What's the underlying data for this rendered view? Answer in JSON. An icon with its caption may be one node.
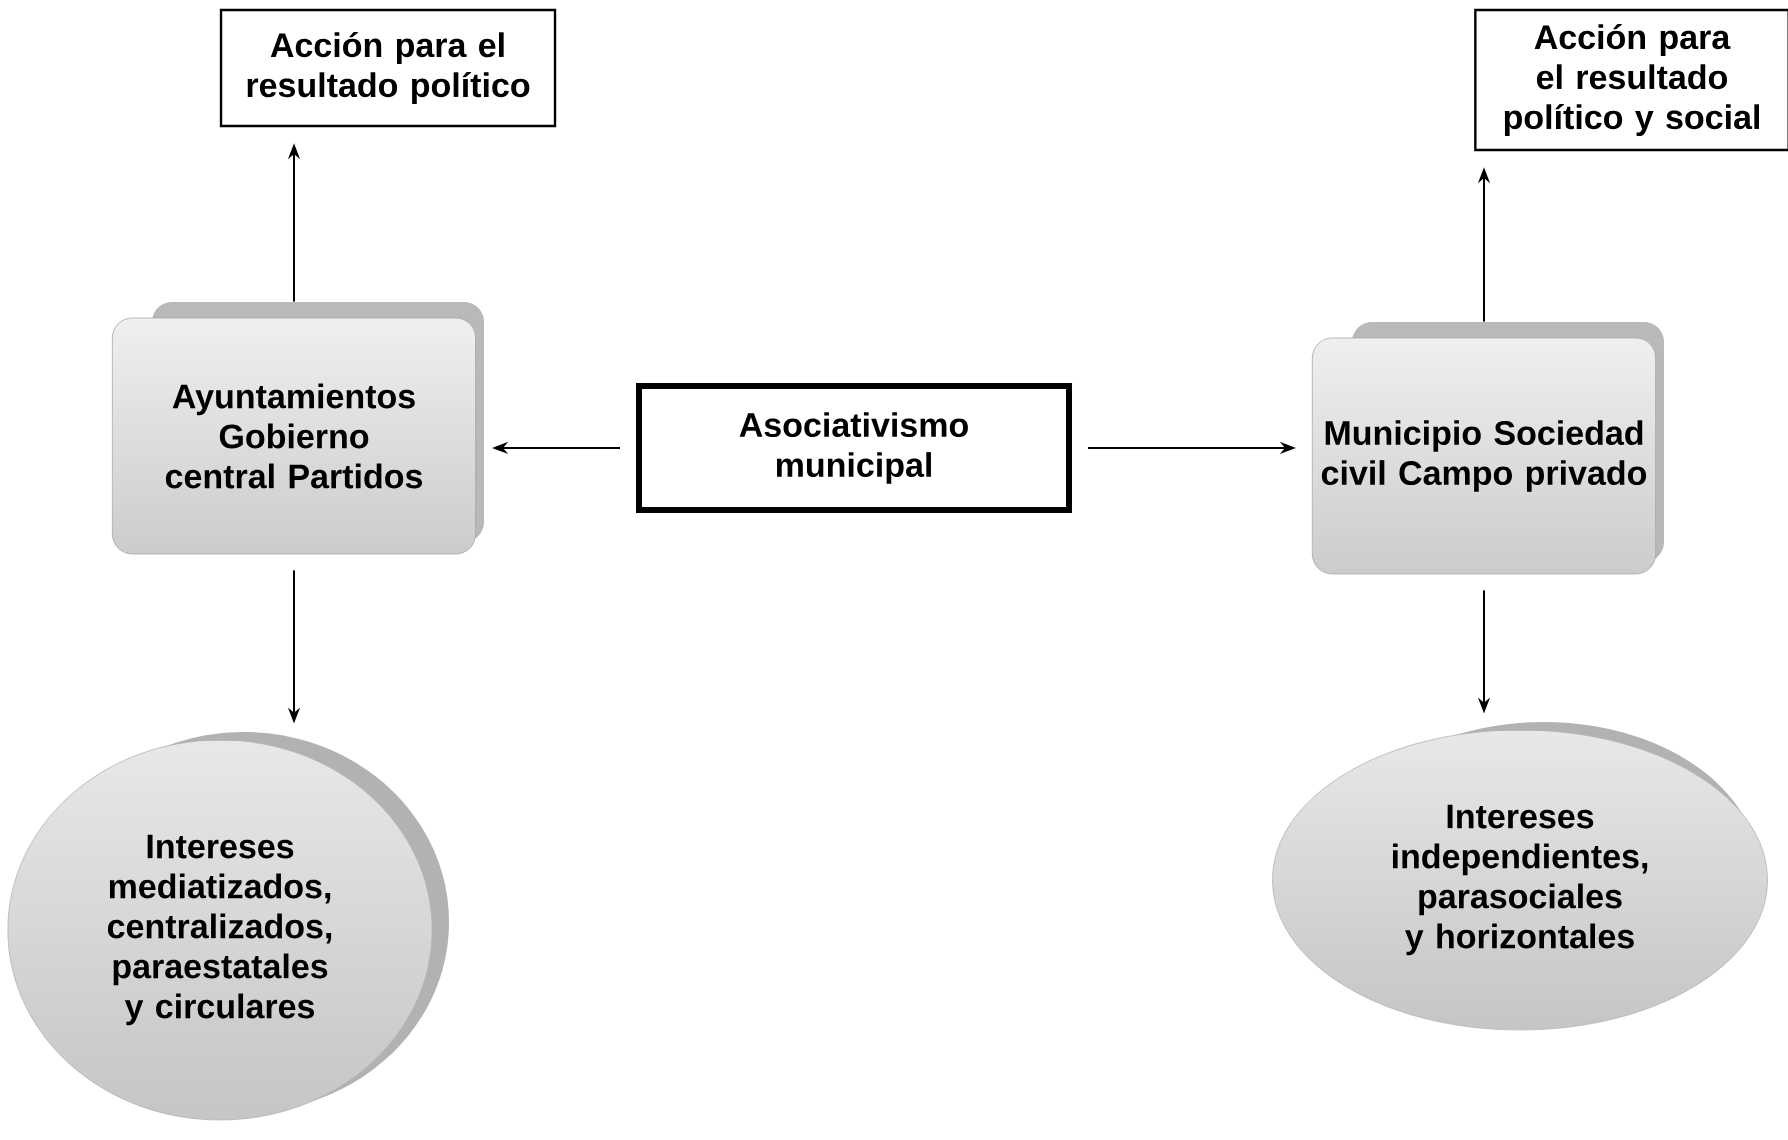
{
  "diagram": {
    "nodes": [
      {
        "text": [
          "Acción para el resultado político"
        ]
      },
      {
        "text": [
          "Acción para el resultado político y social"
        ]
      },
      {
        "text": [
          "Ayuntamientos Gobierno central Partidos"
        ]
      },
      {
        "text": [
          "Asociativismo municipal"
        ]
      },
      {
        "text": [
          "Municipio Sociedad civil Campo privado"
        ]
      },
      {
        "text": [
          "Intereses mediatizados, centralizados, paraestatales y circulares"
        ]
      },
      {
        "text": [
          "Intereses independientes, parasociales y horizontales"
        ]
      }
    ],
    "edges": [
      {
        "from": 3,
        "to": 2,
        "arrow": "to"
      },
      {
        "from": 3,
        "to": 4,
        "arrow": "to"
      },
      {
        "from": 2,
        "to": 0,
        "arrow": "to"
      },
      {
        "from": 4,
        "to": 1,
        "arrow": "to"
      },
      {
        "from": 2,
        "to": 5,
        "arrow": "to"
      },
      {
        "from": 4,
        "to": 6,
        "arrow": "to"
      }
    ]
  }
}
